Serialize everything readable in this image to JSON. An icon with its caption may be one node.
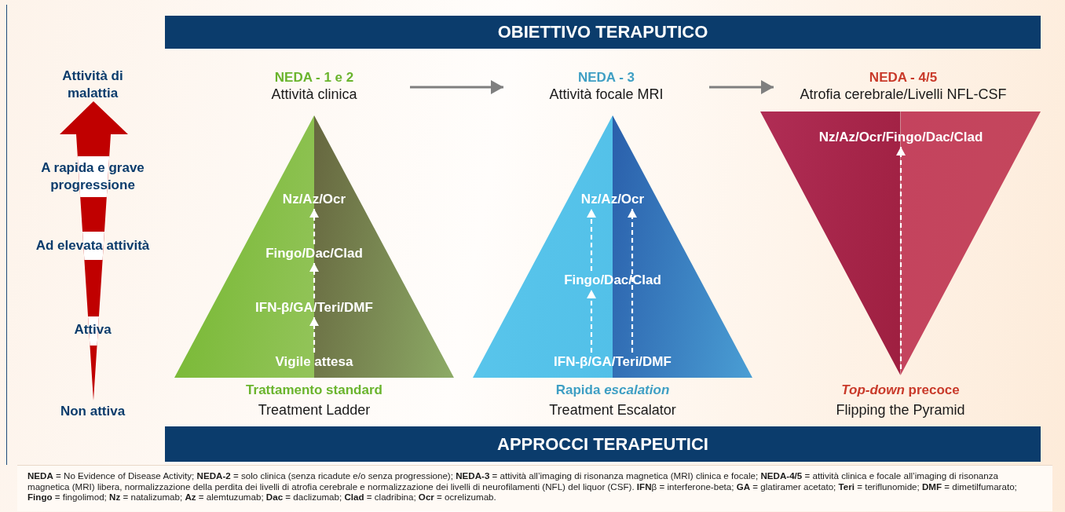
{
  "diagram": {
    "title": "OBIETTIVO TERAPUTICO",
    "nodes": [
      {
        "text": [
          "NEDA - 1 e 2",
          "Attività clinica"
        ]
      },
      {
        "text": [
          "NEDA - 3",
          "Attività focale MRI"
        ]
      },
      {
        "text": [
          "NEDA - 4/5",
          "Atrofia cerebrale/Livelli NFL-CSF"
        ]
      },
      {
        "text": [],
        "shape": "triangle",
        "beside": [
          "Trattamento standard",
          "Treatment Ladder"
        ]
      },
      {
        "text": [
          "Vigile attesa"
        ],
        "in": 3
      },
      {
        "text": [
          "IFN-β/GA/Teri/DMF"
        ],
        "in": 3
      },
      {
        "text": [
          "Fingo/Dac/Clad"
        ],
        "in": 3
      },
      {
        "text": [
          "Nz/Az/Ocr"
        ],
        "in": 3
      },
      {
        "text": [],
        "shape": "triangle",
        "beside": [
          "Rapida *escalation*",
          "Treatment Escalator"
        ]
      },
      {
        "text": [
          "IFN-β/GA/Teri/DMF"
        ],
        "in": 8
      },
      {
        "text": [
          "Fingo/Dac/Clad"
        ],
        "in": 8
      },
      {
        "text": [
          "Nz/Az/Ocr"
        ],
        "in": 8
      },
      {
        "text": [],
        "shape": "triangle",
        "beside": [
          "*Top-down* precoce",
          "Flipping the Pyramid"
        ]
      },
      {
        "text": [
          "Nz/Az/Ocr/Fingo/Dac/Clad"
        ],
        "in": 12
      }
    ],
    "edges": [
      {
        "from": 0,
        "to": 1,
        "arrow": "to",
        "color": "#7f7f7f"
      },
      {
        "from": 1,
        "to": 2,
        "arrow": "to",
        "color": "#7f7f7f"
      },
      {
        "from": 4,
        "to": 5,
        "arrow": "to",
        "style": "dashed"
      },
      {
        "from": 5,
        "to": 6,
        "arrow": "to",
        "style": "dashed"
      },
      {
        "from": 6,
        "to": 7,
        "arrow": "to",
        "style": "dashed"
      },
      {
        "from": 9,
        "to": 10,
        "arrow": "to",
        "style": "dashed"
      },
      {
        "from": 10,
        "to": 11,
        "arrow": "to",
        "style": "dashed"
      },
      {
        "from": 9,
        "to": 11,
        "arrow": "to",
        "style": "dashed"
      },
      {
        "from": null,
        "to": 13,
        "arrow": "to",
        "style": "dashed"
      }
    ],
    "labels": [
      "Attività di malattia",
      "A rapida e grave progressione",
      "Ad elevata attività",
      "Attiva",
      "Non attiva",
      "APPROCCI TERAPEUTICI",
      "**NEDA** = No Evidence of Disease Activity; **NEDA-2** = solo clinica (senza ricadute e/o senza progressione); **NEDA-3** = attività all’imaging di risonanza magnetica (MRI) clinica e focale; **NEDA-4/5** = attività clinica e focale all’imaging di risonanza magnetica (MRI) libera, normalizzazione della perdita dei livelli di atrofia cerebrale e normalizzazione dei livelli di neurofilamenti (NFL) del liquor (CSF). **IFN**β = interferone-beta; **GA** = glatiramer acetato; **Teri** = teriflunomide; **DMF** = dimetilfumarato; **Fingo** = fingolimod; **Nz** = natalizumab; **Az** = alemtuzumab; **Dac** = daclizumab; **Clad** = cladribina; **Ocr** = ocrelizumab."
    ]
  }
}
